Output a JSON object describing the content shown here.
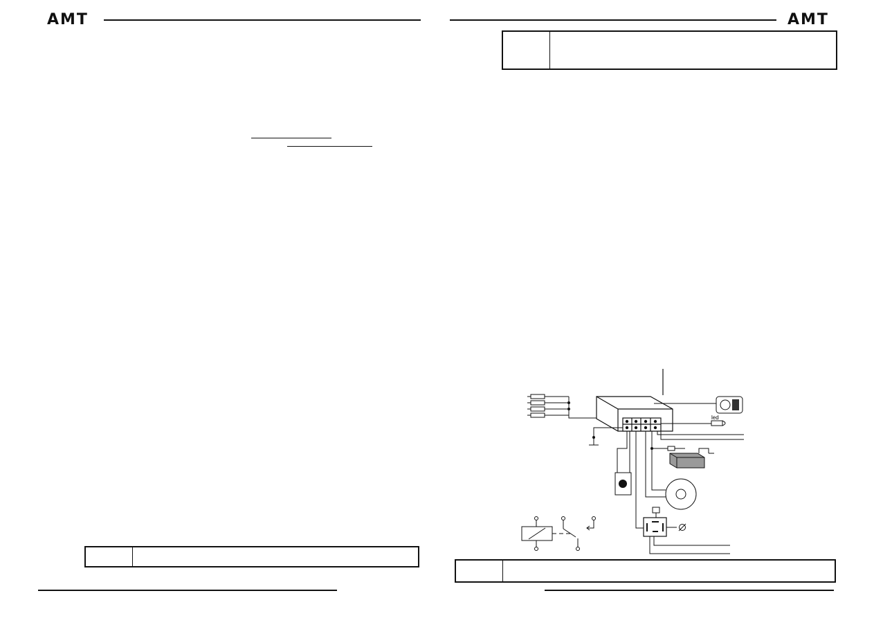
{
  "left_page": {
    "brand": "AMT"
  },
  "right_page": {
    "brand": "AMT",
    "diagram": {
      "led_label": "led"
    }
  }
}
